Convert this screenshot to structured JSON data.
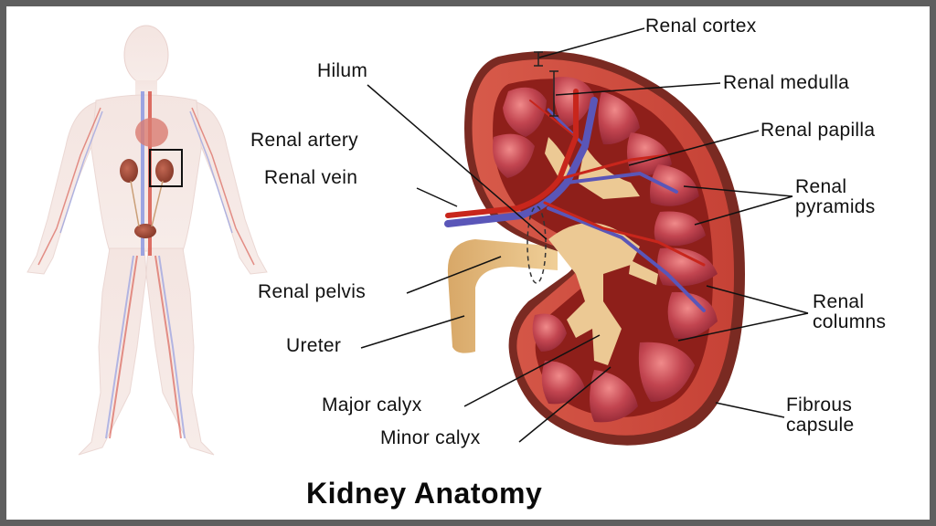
{
  "title": "Kidney Anatomy",
  "colors": {
    "frame": "#5f5f5f",
    "background": "#ffffff",
    "cortex": "#c8473a",
    "capsule": "#7a2a22",
    "pyramid": "#b8404a",
    "calyx": "#e9c58e",
    "artery": "#c8261c",
    "vein": "#5a56b8",
    "label_text": "#111111"
  },
  "figure": {
    "body_icon": "human-body-circulatory-icon",
    "highlight_box": "kidney-location-box"
  },
  "labels": {
    "renal_cortex": "Renal cortex",
    "renal_medulla": "Renal medulla",
    "renal_papilla": "Renal papilla",
    "renal_pyramids_1": "Renal",
    "renal_pyramids_2": "pyramids",
    "renal_columns_1": "Renal",
    "renal_columns_2": "columns",
    "fibrous_capsule_1": "Fibrous",
    "fibrous_capsule_2": "capsule",
    "hilum": "Hilum",
    "renal_artery": "Renal artery",
    "renal_vein": "Renal vein",
    "renal_pelvis": "Renal pelvis",
    "ureter": "Ureter",
    "major_calyx": "Major calyx",
    "minor_calyx": "Minor calyx"
  }
}
